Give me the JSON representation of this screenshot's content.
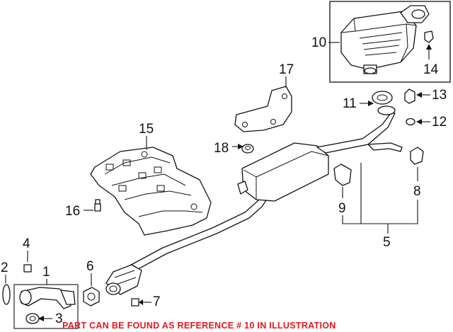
{
  "callouts": {
    "c1": "1",
    "c2": "2",
    "c3": "3",
    "c4": "4",
    "c5": "5",
    "c6": "6",
    "c7": "7",
    "c8": "8",
    "c9": "9",
    "c10": "10",
    "c11": "11",
    "c12": "12",
    "c13": "13",
    "c14": "14",
    "c15": "15",
    "c16": "16",
    "c17": "17",
    "c18": "18"
  },
  "notice": "PART CAN BE FOUND AS REFERENCE # 10 IN ILLUSTRATION",
  "colors": {
    "notice": "#e0191f",
    "line": "#111111"
  }
}
